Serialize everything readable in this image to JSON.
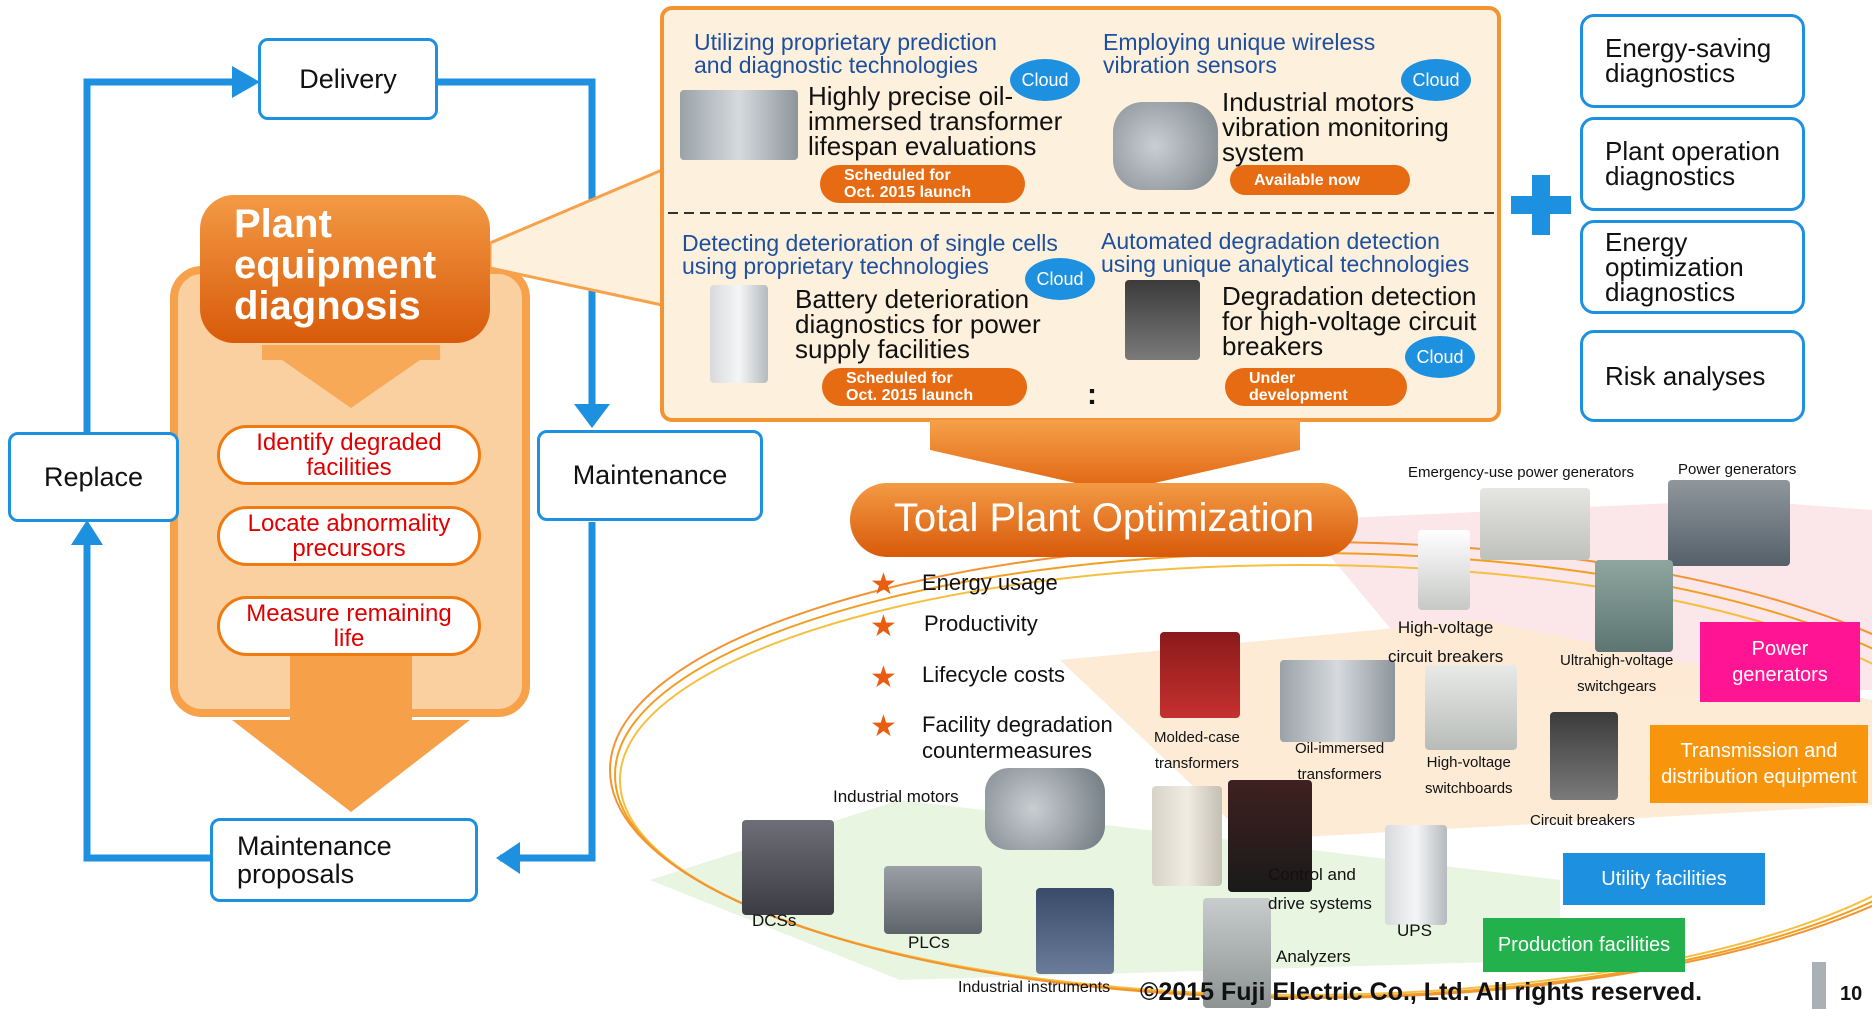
{
  "cycle": {
    "delivery": "Delivery",
    "maintenance": "Maintenance",
    "proposals": "Maintenance\nproposals",
    "replace": "Replace"
  },
  "diagnosis": {
    "title": "Plant\nequipment\ndiagnosis",
    "steps": [
      "Identify degraded\nfacilities",
      "Locate abnormality\nprecursors",
      "Measure remaining\nlife"
    ]
  },
  "technologies": [
    {
      "heading": "Utilizing proprietary prediction\nand diagnostic technologies",
      "title": "Highly precise oil-\nimmersed transformer\nlifespan evaluations",
      "status": "Scheduled for\nOct. 2015 launch",
      "badge": "Cloud"
    },
    {
      "heading": "Employing unique wireless\nvibration sensors",
      "title": "Industrial motors\nvibration monitoring\nsystem",
      "status": "Available now",
      "badge": "Cloud"
    },
    {
      "heading": "Detecting deterioration of single cells\nusing proprietary technologies",
      "title": "Battery deterioration\ndiagnostics for power\nsupply facilities",
      "status": "Scheduled for\nOct. 2015 launch",
      "badge": "Cloud"
    },
    {
      "heading": "Automated degradation detection\nusing unique analytical technologies",
      "title": "Degradation detection\nfor high-voltage circuit\nbreakers",
      "status": "Under\ndevelopment",
      "badge": "Cloud"
    }
  ],
  "ellipsis": ":",
  "services": [
    "Energy-saving\ndiagnostics",
    "Plant operation\ndiagnostics",
    "Energy\noptimization\ndiagnostics",
    "Risk analyses"
  ],
  "optimization": {
    "title": "Total Plant Optimization",
    "bullets": [
      "Energy usage",
      "Productivity",
      "Lifecycle costs",
      "Facility degradation\ncountermeasures"
    ]
  },
  "equipment": {
    "emergency_generators": "Emergency-use power generators",
    "power_generators": "Power generators",
    "hv_breakers": "High-voltage\ncircuit breakers",
    "uhv_switchgears": "Ultrahigh-voltage\nswitchgears",
    "molded_transformers": "Molded-case\ntransformers",
    "oil_transformers": "Oil-immersed\ntransformers",
    "hv_switchboards": "High-voltage\nswitchboards",
    "circuit_breakers": "Circuit breakers",
    "industrial_motors": "Industrial motors",
    "control_drive": "Control and\ndrive systems",
    "ups": "UPS",
    "dcss": "DCSs",
    "plcs": "PLCs",
    "instruments": "Industrial instruments",
    "analyzers": "Analyzers"
  },
  "categories": {
    "power": "Power\ngenerators",
    "transmission": "Transmission and\ndistribution equipment",
    "utility": "Utility facilities",
    "production": "Production facilities"
  },
  "footer": {
    "copyright": "©2015 Fuji Electric Co., Ltd. All rights reserved.",
    "page": "10"
  },
  "colors": {
    "orange": "#e66b12",
    "blue": "#1e90e0",
    "magenta": "#ff1493",
    "green": "#22b14c"
  }
}
